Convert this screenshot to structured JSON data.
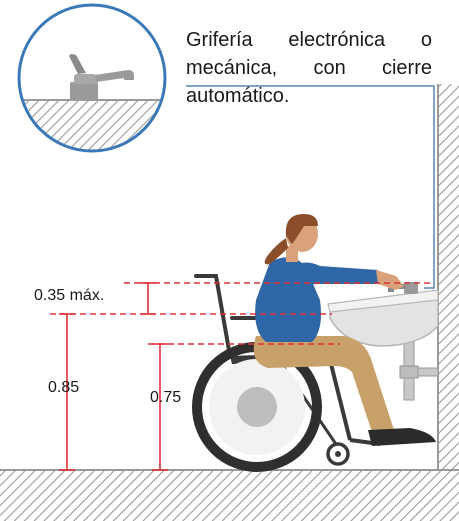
{
  "note": {
    "text": "Grifería electrónica o mecánica, con cierre automático."
  },
  "dimensions": {
    "upper_clearance": "0.35 máx.",
    "rim_height": "0.85",
    "knee_height": "0.75"
  },
  "colors": {
    "dimension_line": "#e0303a",
    "inset_circle": "#3a78b8",
    "hatch": "#9a9a9a",
    "callout_line": "#5a86b8",
    "shirt": "#2e66a6",
    "trousers": "#c8a06a",
    "hair": "#8a4e2a",
    "skin": "#d9a27a",
    "wheel": "#3a3a3a",
    "sink": "#dcdcdc",
    "faucet": "#9a9a9a"
  },
  "icons": [
    "faucet-icon",
    "wheelchair-user-icon",
    "sink-icon"
  ]
}
